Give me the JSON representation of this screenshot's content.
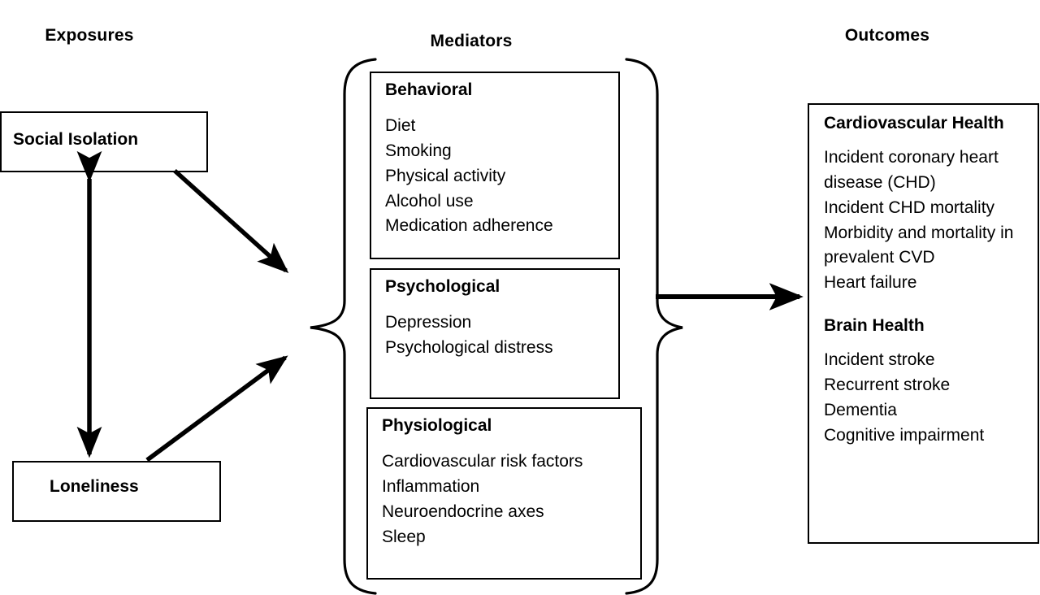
{
  "diagram": {
    "title_columns": {
      "exposures": "Exposures",
      "mediators": "Mediators",
      "outcomes": "Outcomes"
    },
    "exposures": {
      "boxes": [
        {
          "label": "Social Isolation"
        },
        {
          "label": "Loneliness"
        }
      ]
    },
    "mediators": {
      "groups": [
        {
          "title": "Behavioral",
          "items": [
            "Diet",
            "Smoking",
            "Physical activity",
            "Alcohol use",
            "Medication adherence"
          ]
        },
        {
          "title": "Psychological",
          "items": [
            "Depression",
            "Psychological distress"
          ]
        },
        {
          "title": "Physiological",
          "items": [
            "Cardiovascular risk factors",
            "Inflammation",
            "Neuroendocrine axes",
            "Sleep"
          ]
        }
      ]
    },
    "outcomes": {
      "groups": [
        {
          "title": "Cardiovascular Health",
          "items": [
            "Incident coronary heart disease (CHD)",
            "Incident CHD mortality",
            "Morbidity and mortality in prevalent CVD",
            "Heart failure"
          ]
        },
        {
          "title": "Brain Health",
          "items": [
            "Incident stroke",
            "Recurrent stroke",
            "Dementia",
            "Cognitive impairment"
          ]
        }
      ]
    },
    "connectors": [
      {
        "name": "social-isolation-to-loneliness",
        "style": "double-headed-vertical"
      },
      {
        "name": "social-isolation-to-mediators",
        "style": "single-headed-diagonal-down"
      },
      {
        "name": "loneliness-to-mediators",
        "style": "single-headed-diagonal-up"
      },
      {
        "name": "mediators-to-outcomes",
        "style": "single-headed-horizontal"
      }
    ],
    "colors": {
      "stroke": "#000000",
      "background": "#ffffff",
      "text": "#000000"
    }
  }
}
